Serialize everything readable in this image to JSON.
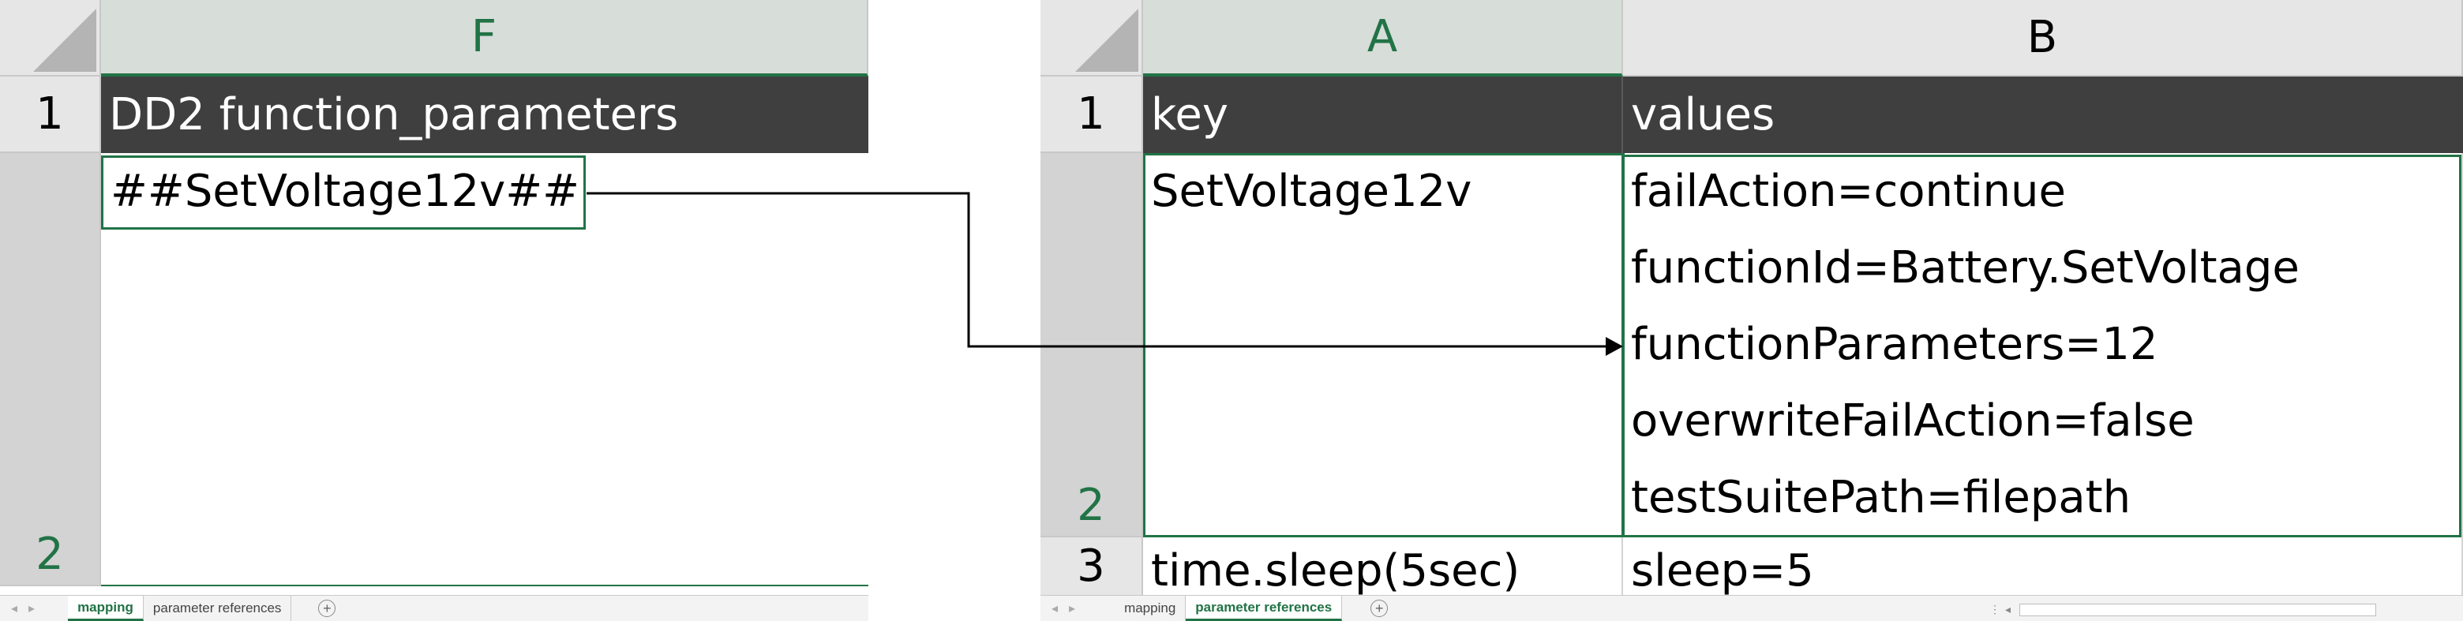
{
  "left_sheet": {
    "column_header": "F",
    "row_headers": [
      "1",
      "2"
    ],
    "header_cell": "DD2 function_parameters",
    "data_cell": "##SetVoltage12v##",
    "tabs": [
      {
        "label": "mapping",
        "active": true
      },
      {
        "label": "parameter references",
        "active": false
      }
    ],
    "add_sheet_symbol": "+"
  },
  "right_sheet": {
    "column_headers": [
      "A",
      "B"
    ],
    "row_headers": [
      "1",
      "2",
      "3"
    ],
    "header_row": {
      "key": "key",
      "values": "values"
    },
    "row2": {
      "key": "SetVoltage12v",
      "values": [
        "failAction=continue",
        "functionId=Battery.SetVoltage",
        "functionParameters=12",
        "overwriteFailAction=false",
        "testSuitePath=filepath"
      ]
    },
    "row3": {
      "key": "time.sleep(5sec)",
      "values": "sleep=5"
    },
    "tabs": [
      {
        "label": "mapping",
        "active": false
      },
      {
        "label": "parameter references",
        "active": true
      }
    ],
    "add_sheet_symbol": "+"
  },
  "colors": {
    "excel_green": "#217346",
    "header_dark": "#3f3f3f",
    "header_gray": "#e6e6e6"
  }
}
